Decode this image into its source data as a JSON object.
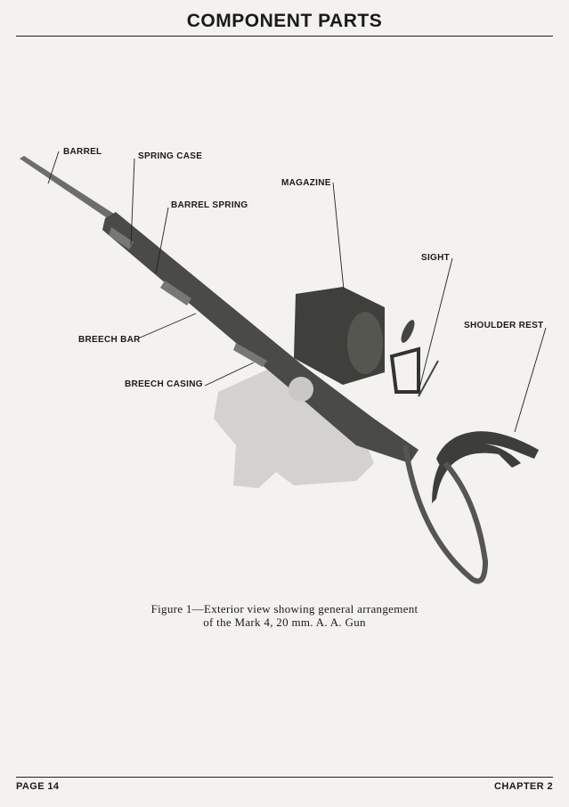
{
  "header": {
    "title": "COMPONENT PARTS"
  },
  "figure": {
    "labels": {
      "barrel": "BARREL",
      "spring_case": "SPRING CASE",
      "barrel_spring": "BARREL SPRING",
      "magazine": "MAGAZINE",
      "sight": "SIGHT",
      "shoulder_rest": "SHOULDER REST",
      "breech_bar": "BREECH BAR",
      "breech_casing": "BREECH CASING"
    },
    "caption_line1": "Figure 1—Exterior view showing general arrangement",
    "caption_line2": "of the Mark 4, 20 mm. A. A. Gun"
  },
  "footer": {
    "page": "PAGE 14",
    "chapter": "CHAPTER 2"
  }
}
